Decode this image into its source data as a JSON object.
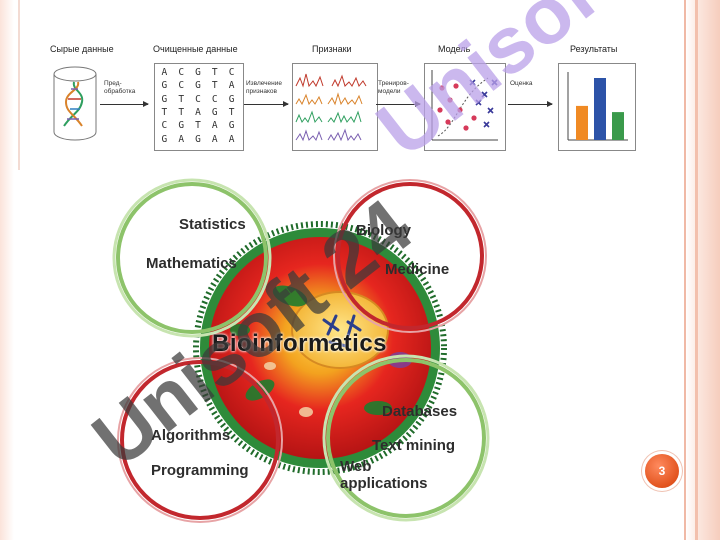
{
  "pipeline": {
    "stages": {
      "raw_data": "Сырые данные",
      "clean_data": "Очищенные данные",
      "features": "Признаки",
      "model": "Модель",
      "results": "Результаты"
    },
    "steps": {
      "preprocess": "Пред-\nобработка",
      "extract_line1": "Извлечение",
      "extract_line2": "признаков",
      "train_line1": "Трениров-",
      "train_line2": "модели",
      "evaluate": "Оценка"
    },
    "dna_sequence": [
      "A",
      "C",
      "G",
      "T",
      "C",
      "G",
      "C",
      "G",
      "T",
      "A",
      "G",
      "T",
      "C",
      "C",
      "G",
      "T",
      "T",
      "A",
      "G",
      "T",
      "C",
      "G",
      "T",
      "A",
      "G",
      "G",
      "A",
      "G",
      "A",
      "A"
    ],
    "results_bars": [
      0.55,
      1.0,
      0.45
    ],
    "results_colors": [
      "#f08a24",
      "#2c53a8",
      "#3a9a4b"
    ]
  },
  "diagram": {
    "center": "Bioinformatics",
    "circles": {
      "top_left": [
        "Statistics",
        "Mathematics"
      ],
      "top_right": [
        "Biology",
        "Medicine"
      ],
      "bottom_left": [
        "Algorithms",
        "Programming"
      ],
      "bottom_right": [
        "Databases",
        "Text mining",
        "Web\napplications"
      ]
    },
    "colors": {
      "green_ring": "#8dc36a",
      "red_ring": "#c2272d",
      "cell_red": "#e6261f",
      "cell_green": "#2e8b3a"
    }
  },
  "watermark": {
    "text": "Unisoft 24"
  },
  "slide": {
    "page_number": "3"
  }
}
